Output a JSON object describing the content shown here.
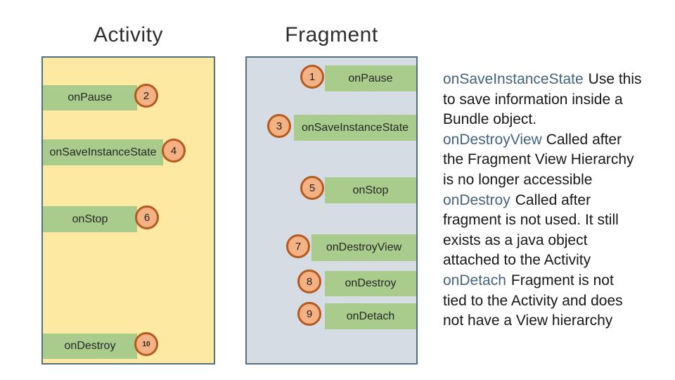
{
  "activity": {
    "title": "Activity",
    "items": [
      {
        "label": "onPause",
        "number": "2"
      },
      {
        "label": "onSaveInstanceState",
        "number": "4"
      },
      {
        "label": "onStop",
        "number": "6"
      },
      {
        "label": "onDestroy",
        "number": "10"
      }
    ]
  },
  "fragment": {
    "title": "Fragment",
    "items": [
      {
        "number": "1",
        "label": "onPause"
      },
      {
        "number": "3",
        "label": "onSaveInstanceState"
      },
      {
        "number": "5",
        "label": "onStop"
      },
      {
        "number": "7",
        "label": "onDestroyView"
      },
      {
        "number": "8",
        "label": "onDestroy"
      },
      {
        "number": "9",
        "label": "onDetach"
      }
    ]
  },
  "notes": [
    {
      "keyword": "onSaveInstanceState",
      "rest": "Use this",
      "lines": [
        "to save information inside a",
        "Bundle object."
      ]
    },
    {
      "keyword": "onDestroyView",
      "rest": "Called after",
      "lines": [
        "the Fragment View Hierarchy",
        "is no longer accessible"
      ]
    },
    {
      "keyword": "onDestroy",
      "rest": "Called after",
      "lines": [
        "fragment is not used. It still",
        "exists as a java object",
        "attached to the Activity"
      ]
    },
    {
      "keyword": "onDetach",
      "rest": "Fragment is not",
      "lines": [
        "tied to the Activity and does",
        "not have a View hierarchy"
      ]
    }
  ],
  "colors": {
    "activity_fill": "#fde9a2",
    "fragment_fill": "#d6dce4",
    "panel_border": "#53707f",
    "step_circle_fill": "#f4b183",
    "step_circle_border": "#b55a1e",
    "method_box_fill": "#a9cc8c",
    "keyword_text": "#44637f",
    "body_text": "#171717"
  }
}
